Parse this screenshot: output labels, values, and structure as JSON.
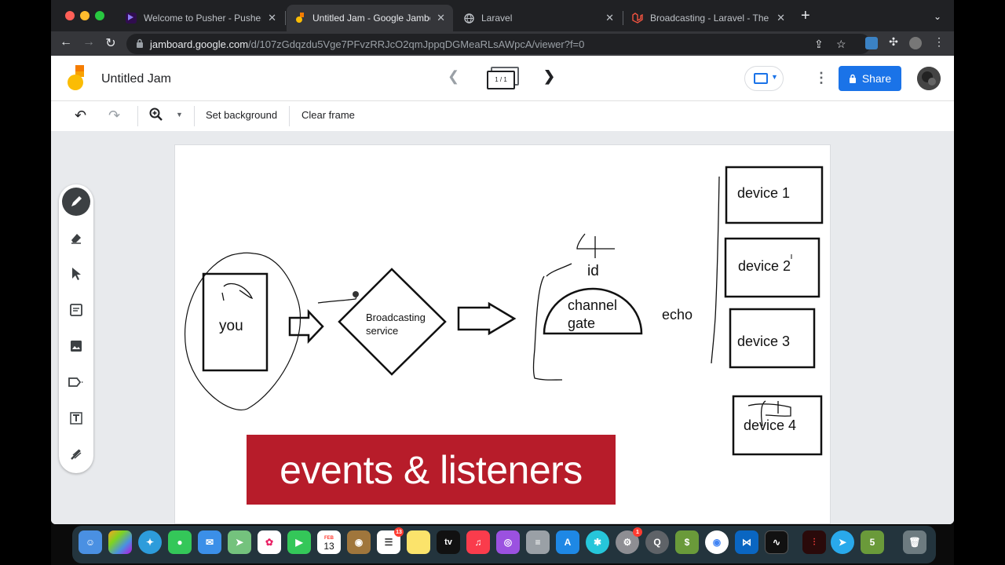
{
  "browser": {
    "tabs": [
      {
        "title": "Welcome to Pusher - Pusher",
        "favicon": "pusher-icon",
        "active": false
      },
      {
        "title": "Untitled Jam - Google Jamboa",
        "favicon": "jamboard-icon",
        "active": true
      },
      {
        "title": "Laravel",
        "favicon": "globe-icon",
        "active": false
      },
      {
        "title": "Broadcasting - Laravel - The P",
        "favicon": "laravel-icon",
        "active": false
      }
    ],
    "url_domain": "jamboard.google.com",
    "url_path": "/d/107zGdqzdu5Vge7PFvzRRJcO2qmJppqDGMeaRLsAWpcA/viewer?f=0"
  },
  "jam": {
    "title": "Untitled Jam",
    "frame_indicator": "1 / 1",
    "share_label": "Share",
    "toolbar": {
      "set_background": "Set background",
      "clear_frame": "Clear frame"
    }
  },
  "board": {
    "labels": {
      "you": "you",
      "broadcasting_line1": "Broadcasting",
      "broadcasting_line2": "service",
      "id": "id",
      "channel_line1": "channel",
      "channel_line2": "gate",
      "echo": "echo",
      "device1": "device 1",
      "device2": "device 2",
      "device3": "device 3",
      "device4": "device 4"
    },
    "banner": "events & listeners"
  },
  "dock": {
    "calendar_month": "FEB",
    "calendar_day": "13",
    "reminders_badge": "13",
    "settings_badge": "1",
    "appletv_label": "tv"
  },
  "colors": {
    "banner": "#b71c2a",
    "share": "#1a73e8",
    "tab_bar": "#202124"
  }
}
